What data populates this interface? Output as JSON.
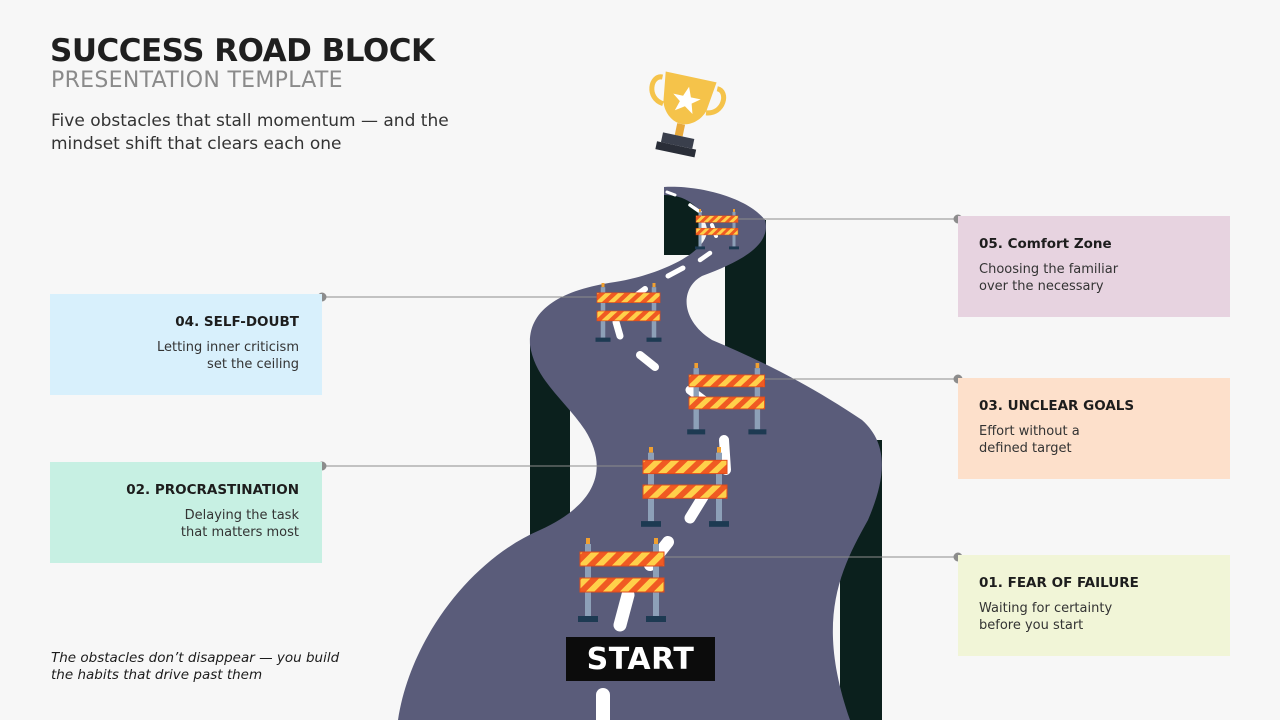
{
  "header": {
    "title": "SUCCESS ROAD BLOCK",
    "subtitle": "PRESENTATION TEMPLATE",
    "description": "Five obstacles that stall momentum — and the mindset shift that clears each one"
  },
  "start_label": "START",
  "footnote": "The obstacles don’t disappear — you build the habits that drive past them",
  "obstacles": [
    {
      "title": "01. FEAR OF FAILURE",
      "line1": "Waiting for certainty",
      "line2": "before you start",
      "color": "#f1f5d7"
    },
    {
      "title": "02. PROCRASTINATION",
      "line1": "Delaying the task",
      "line2": "that matters most",
      "color": "#c7f0e3"
    },
    {
      "title": "03. UNCLEAR GOALS",
      "line1": "Effort without a",
      "line2": "defined target",
      "color": "#fde0cb"
    },
    {
      "title": "04. SELF-DOUBT",
      "line1": "Letting inner criticism",
      "line2": "set the ceiling",
      "color": "#d8f0fc"
    },
    {
      "title": "05. Comfort Zone",
      "line1": "Choosing the familiar",
      "line2": "over the necessary",
      "color": "#e7d3e0"
    }
  ],
  "colors": {
    "road": "#5a5c7a",
    "road_side": "#0b201d",
    "barrier_stripe_orange": "#f05a22",
    "barrier_stripe_yellow": "#ffd04a",
    "trophy": "#f5c34a"
  },
  "icons": [
    "trophy-icon",
    "road-barrier-icon"
  ]
}
